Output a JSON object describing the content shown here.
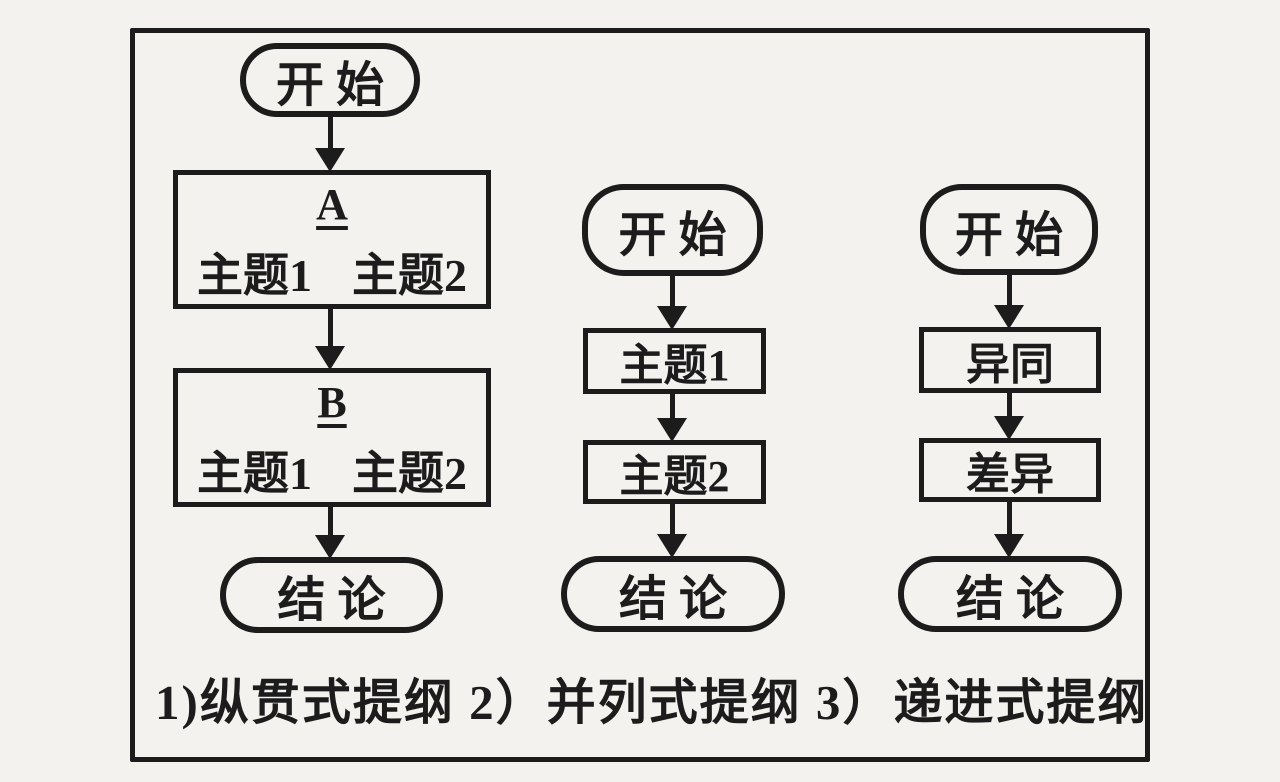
{
  "figure": {
    "colors": {
      "ink": "#1c1c1c",
      "paper": "#f3f2ef"
    },
    "caption": "1)纵贯式提纲 2）并列式提纲 3）递进式提纲",
    "charts": [
      {
        "start_label": "开始",
        "section_a": {
          "heading": "A",
          "topic1": "主题1",
          "topic2": "主题2"
        },
        "section_b": {
          "heading": "B",
          "topic1": "主题1",
          "topic2": "主题2"
        },
        "end_label": "结论"
      },
      {
        "start_label": "开始",
        "step1_label": "主题1",
        "step2_label": "主题2",
        "end_label": "结论"
      },
      {
        "start_label": "开始",
        "step1_label": "异同",
        "step2_label": "差异",
        "end_label": "结论"
      }
    ]
  }
}
